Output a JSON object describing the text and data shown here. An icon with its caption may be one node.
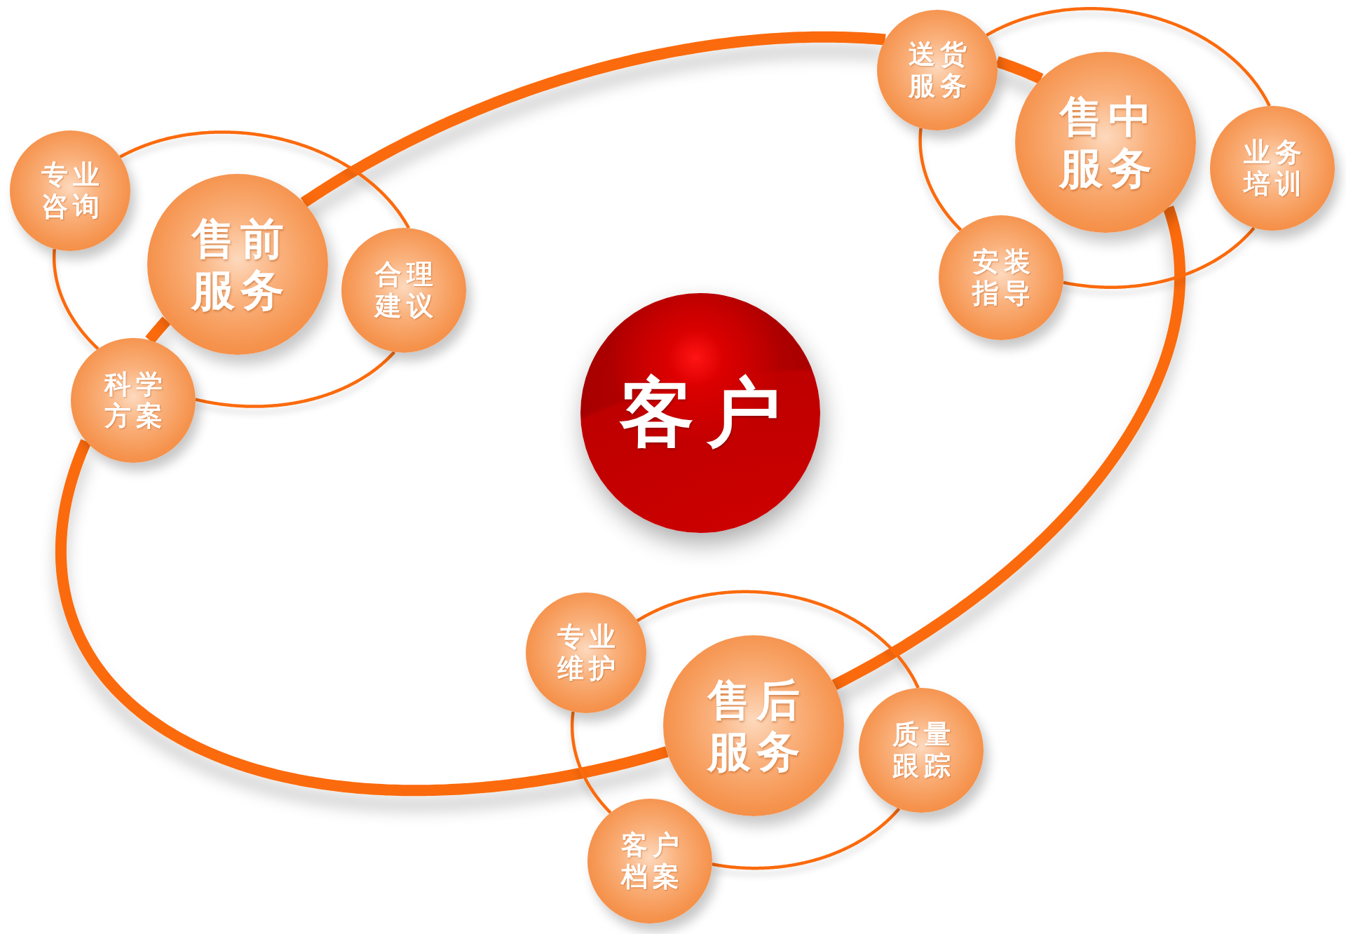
{
  "diagram": {
    "nodes": [
      {
        "text": [
          "专业咨询"
        ]
      },
      {
        "text": [
          "售前服务"
        ]
      },
      {
        "text": [
          "合理建议"
        ]
      },
      {
        "text": [
          "科学方案"
        ]
      },
      {
        "text": [
          "送货服务"
        ]
      },
      {
        "text": [
          "售中服务"
        ]
      },
      {
        "text": [
          "业务培训"
        ]
      },
      {
        "text": [
          "安装指导"
        ]
      },
      {
        "text": [
          "客户"
        ]
      },
      {
        "text": [
          "专业维护"
        ]
      },
      {
        "text": [
          "售后服务"
        ]
      },
      {
        "text": [
          "质量跟踪"
        ]
      },
      {
        "text": [
          "客户档案"
        ]
      }
    ],
    "edges": [
      {
        "from": 1,
        "to": 4,
        "arrow": "none",
        "style": "thick"
      },
      {
        "from": 4,
        "to": 5,
        "arrow": "none",
        "style": "thick"
      },
      {
        "from": 5,
        "to": 10,
        "arrow": "none",
        "style": "thick"
      },
      {
        "from": 10,
        "to": 3,
        "arrow": "none",
        "style": "thick"
      },
      {
        "from": 3,
        "to": 1,
        "arrow": "none",
        "style": "thick"
      },
      {
        "from": 0,
        "to": 2,
        "arrow": "none"
      },
      {
        "from": 2,
        "to": 3,
        "arrow": "none"
      },
      {
        "from": 3,
        "to": 0,
        "arrow": "none"
      },
      {
        "from": 4,
        "to": 6,
        "arrow": "none"
      },
      {
        "from": 6,
        "to": 7,
        "arrow": "none"
      },
      {
        "from": 7,
        "to": 4,
        "arrow": "none"
      },
      {
        "from": 9,
        "to": 11,
        "arrow": "none"
      },
      {
        "from": 11,
        "to": 12,
        "arrow": "none"
      },
      {
        "from": 12,
        "to": 9,
        "arrow": "none"
      }
    ]
  }
}
